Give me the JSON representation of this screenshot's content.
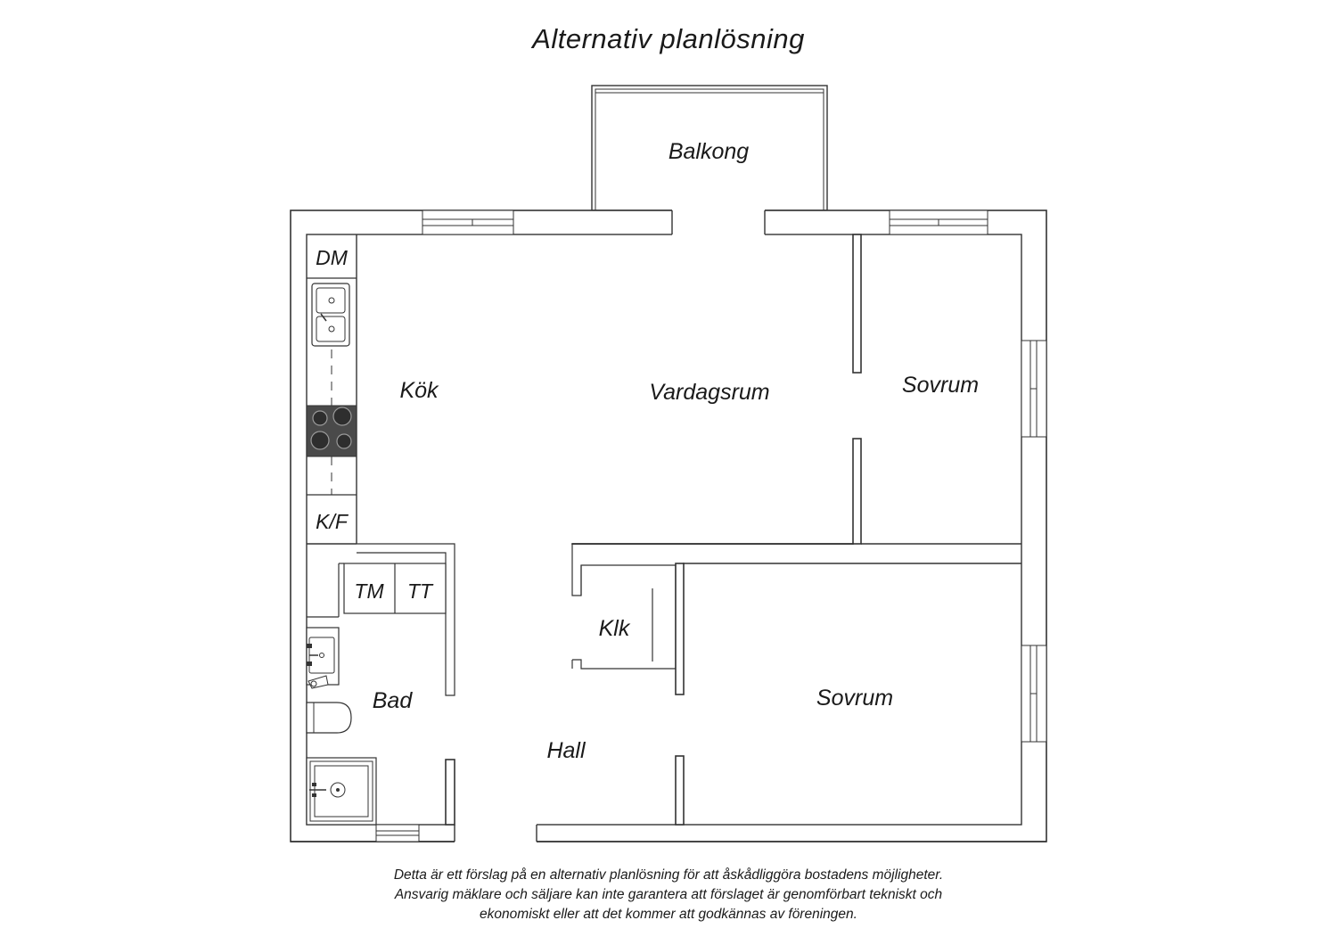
{
  "title": "Alternativ planlösning",
  "rooms": {
    "balcony": "Balkong",
    "kitchen": "Kök",
    "living_room": "Vardagsrum",
    "bedroom_1": "Sovrum",
    "bedroom_2": "Sovrum",
    "closet": "Klk",
    "bathroom": "Bad",
    "hall": "Hall"
  },
  "fixtures": {
    "dishwasher": "DM",
    "fridge_freezer": "K/F",
    "washing_machine": "TM",
    "tumble_dryer": "TT"
  },
  "disclaimer": {
    "line1": "Detta är ett förslag på en alternativ planlösning för att åskådliggöra bostadens möjligheter.",
    "line2": "Ansvarig mäklare och säljare kan inte garantera att förslaget är genomförbart tekniskt och",
    "line3": "ekonomiskt eller att det kommer att godkännas av föreningen."
  },
  "colors": {
    "line": "#333333",
    "stove": "#4a4a4a",
    "background": "#ffffff"
  }
}
